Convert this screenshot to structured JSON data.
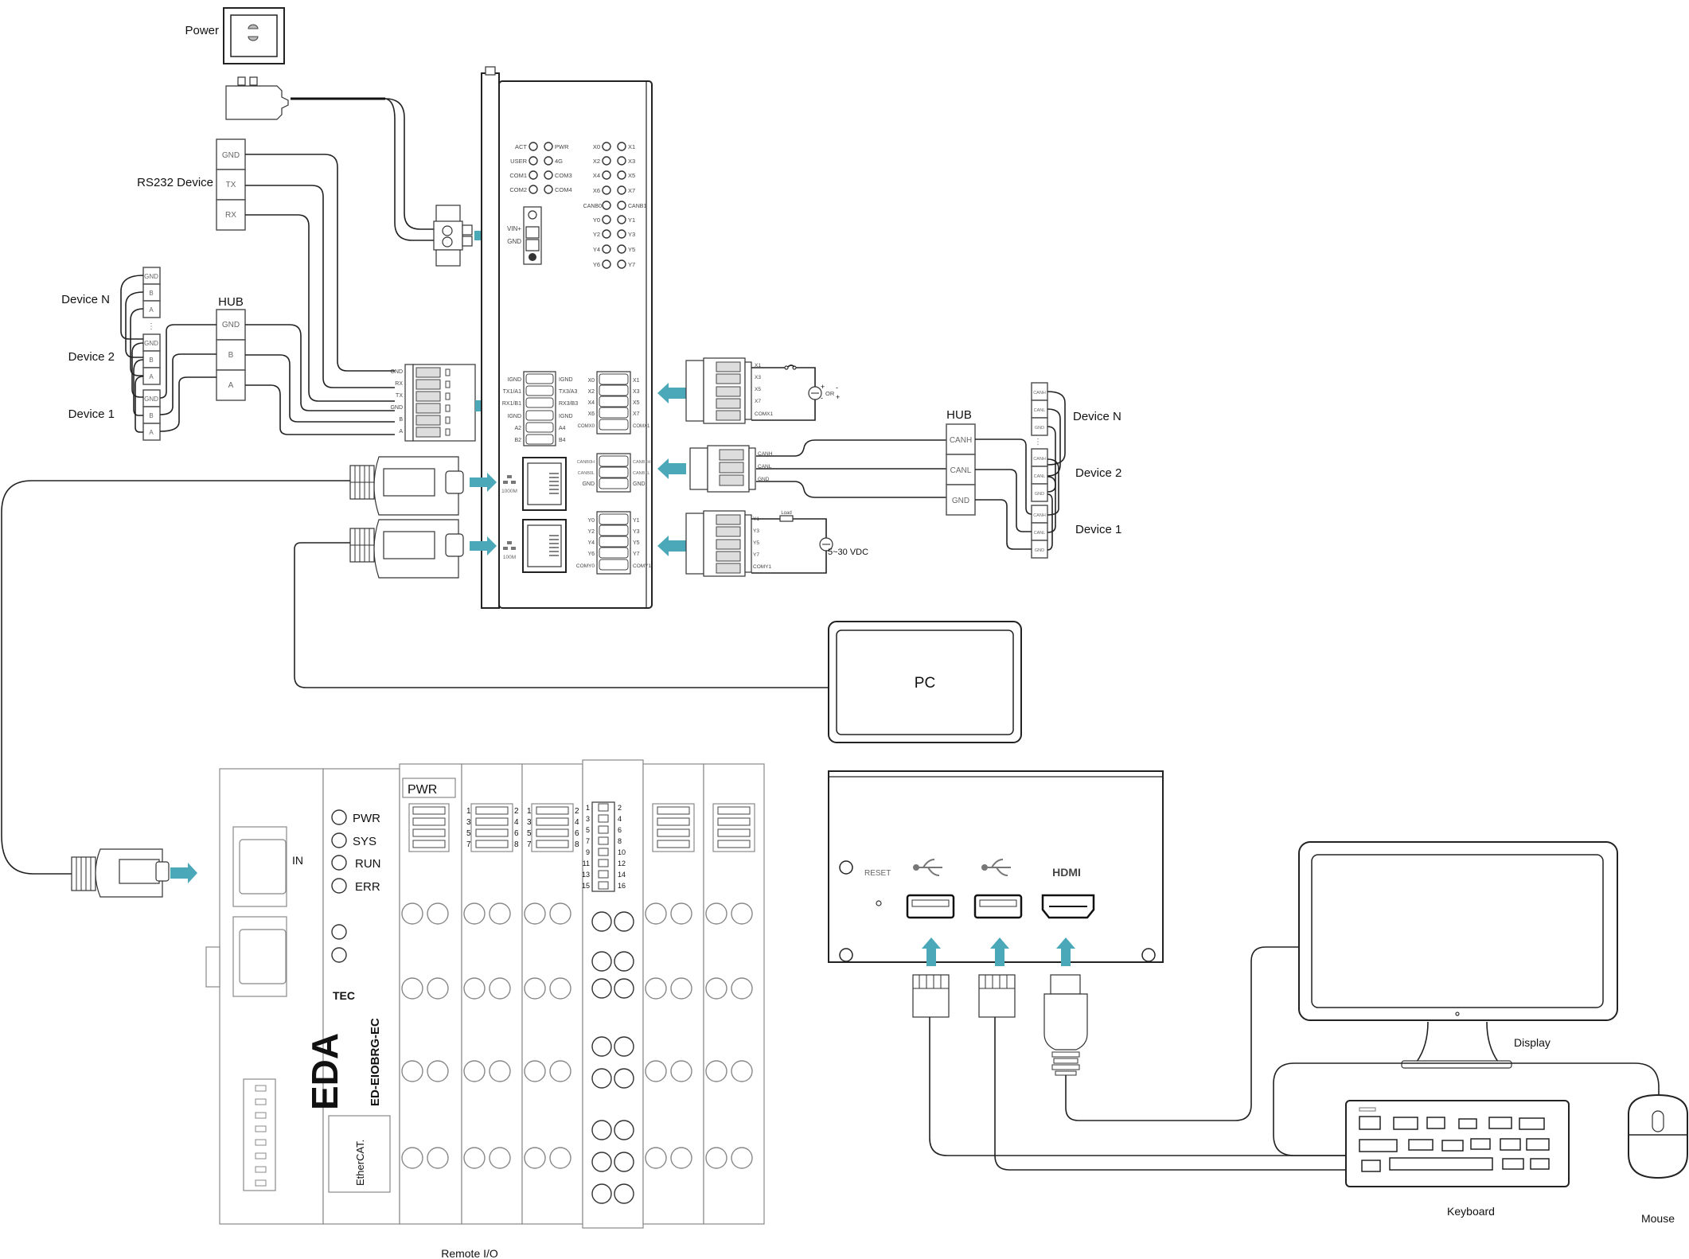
{
  "diagram": {
    "power": {
      "label": "Power"
    },
    "rs232": {
      "label": "RS232 Device",
      "pins": [
        "GND",
        "TX",
        "RX"
      ]
    },
    "rs485": {
      "hub_label": "HUB",
      "hub_pins": [
        "GND",
        "B",
        "A"
      ],
      "devices": [
        {
          "label": "Device N",
          "pins": [
            "GND",
            "B",
            "A"
          ]
        },
        {
          "label": "Device 2",
          "pins": [
            "GND",
            "B",
            "A"
          ]
        },
        {
          "label": "Device 1",
          "pins": [
            "GND",
            "B",
            "A"
          ]
        }
      ],
      "ellipsis": "⋮",
      "terminal_pins": [
        "GND",
        "RX",
        "TX",
        "GND",
        "B",
        "A"
      ]
    },
    "gateway": {
      "leds_left": [
        {
          "left": "ACT",
          "right": "PWR"
        },
        {
          "left": "USER",
          "right": "4G"
        },
        {
          "left": "COM1",
          "right": "COM3"
        },
        {
          "left": "COM2",
          "right": "COM4"
        }
      ],
      "leds_right": [
        {
          "left": "X0",
          "right": "X1"
        },
        {
          "left": "X2",
          "right": "X3"
        },
        {
          "left": "X4",
          "right": "X5"
        },
        {
          "left": "X6",
          "right": "X7"
        },
        {
          "left": "CANB0",
          "right": "CANB1"
        },
        {
          "left": "Y0",
          "right": "Y1"
        },
        {
          "left": "Y2",
          "right": "Y3"
        },
        {
          "left": "Y4",
          "right": "Y5"
        },
        {
          "left": "Y6",
          "right": "Y7"
        }
      ],
      "power_terminal": [
        "VIN+",
        "GND"
      ],
      "serial_left": [
        "IGND",
        "TX1/A1",
        "RX1/B1",
        "IGND",
        "A2",
        "B2"
      ],
      "serial_right": [
        "IGND",
        "TX3/A3",
        "RX3/B3",
        "IGND",
        "A4",
        "B4"
      ],
      "x_left": [
        "X0",
        "X2",
        "X4",
        "X6",
        "COMX0"
      ],
      "x_right": [
        "X1",
        "X3",
        "X5",
        "X7",
        "COMX1"
      ],
      "can_left": [
        "CANB0H",
        "CANB0L",
        "GND"
      ],
      "can_right": [
        "CANB1H",
        "CANB1L",
        "GND"
      ],
      "y_left": [
        "Y0",
        "Y2",
        "Y4",
        "Y6",
        "COMY0"
      ],
      "y_right": [
        "Y1",
        "Y3",
        "Y5",
        "Y7",
        "COMY1"
      ],
      "eth1_speed": "1000M",
      "eth2_speed": "100M"
    },
    "digital_input": {
      "pins": [
        "X1",
        "X3",
        "X5",
        "X7",
        "COMX1"
      ],
      "source_label": "OR",
      "plus": "+",
      "minus": "-"
    },
    "can": {
      "terminal_pins": [
        "CANH",
        "CANL",
        "GND"
      ],
      "hub_label": "HUB",
      "hub_pins": [
        "CANH",
        "CANL",
        "GND"
      ],
      "devices": [
        {
          "label": "Device N",
          "pins": [
            "CANH",
            "CANL",
            "GND"
          ]
        },
        {
          "label": "Device 2",
          "pins": [
            "CANH",
            "CANL",
            "GND"
          ]
        },
        {
          "label": "Device 1",
          "pins": [
            "CANH",
            "CANL",
            "GND"
          ]
        }
      ],
      "ellipsis": "⋮"
    },
    "digital_output": {
      "pins": [
        "Y1",
        "Y3",
        "Y5",
        "Y7",
        "COMY1"
      ],
      "load_label": "Load",
      "voltage_label": "5~30 VDC"
    },
    "pc": {
      "label": "PC"
    },
    "remote_io": {
      "label": "Remote I/O",
      "in_label": "IN",
      "leds": [
        "PWR",
        "SYS",
        "RUN",
        "ERR"
      ],
      "brand_tec": "TEC",
      "brand": "EDA",
      "model": "ED-EIOBRG-EC",
      "ethercat": "EtherCAT.",
      "pwr_module_label": "PWR",
      "module_pin_rows": [
        [
          "1",
          "2"
        ],
        [
          "3",
          "4"
        ],
        [
          "5",
          "6"
        ],
        [
          "7",
          "8"
        ]
      ],
      "dense_pins": [
        "1",
        "2",
        "3",
        "4",
        "5",
        "6",
        "7",
        "8",
        "9",
        "10",
        "11",
        "12",
        "13",
        "14",
        "15",
        "16"
      ]
    },
    "controller": {
      "reset_label": "RESET",
      "usb1_icon": "usb-icon",
      "usb2_icon": "usb-icon",
      "hdmi_label": "HDMI"
    },
    "display": {
      "label": "Display"
    },
    "keyboard": {
      "label": "Keyboard"
    },
    "mouse": {
      "label": "Mouse"
    },
    "colors": {
      "arrow": "#4aa8b8",
      "line": "#222222",
      "outline": "#555555"
    }
  }
}
